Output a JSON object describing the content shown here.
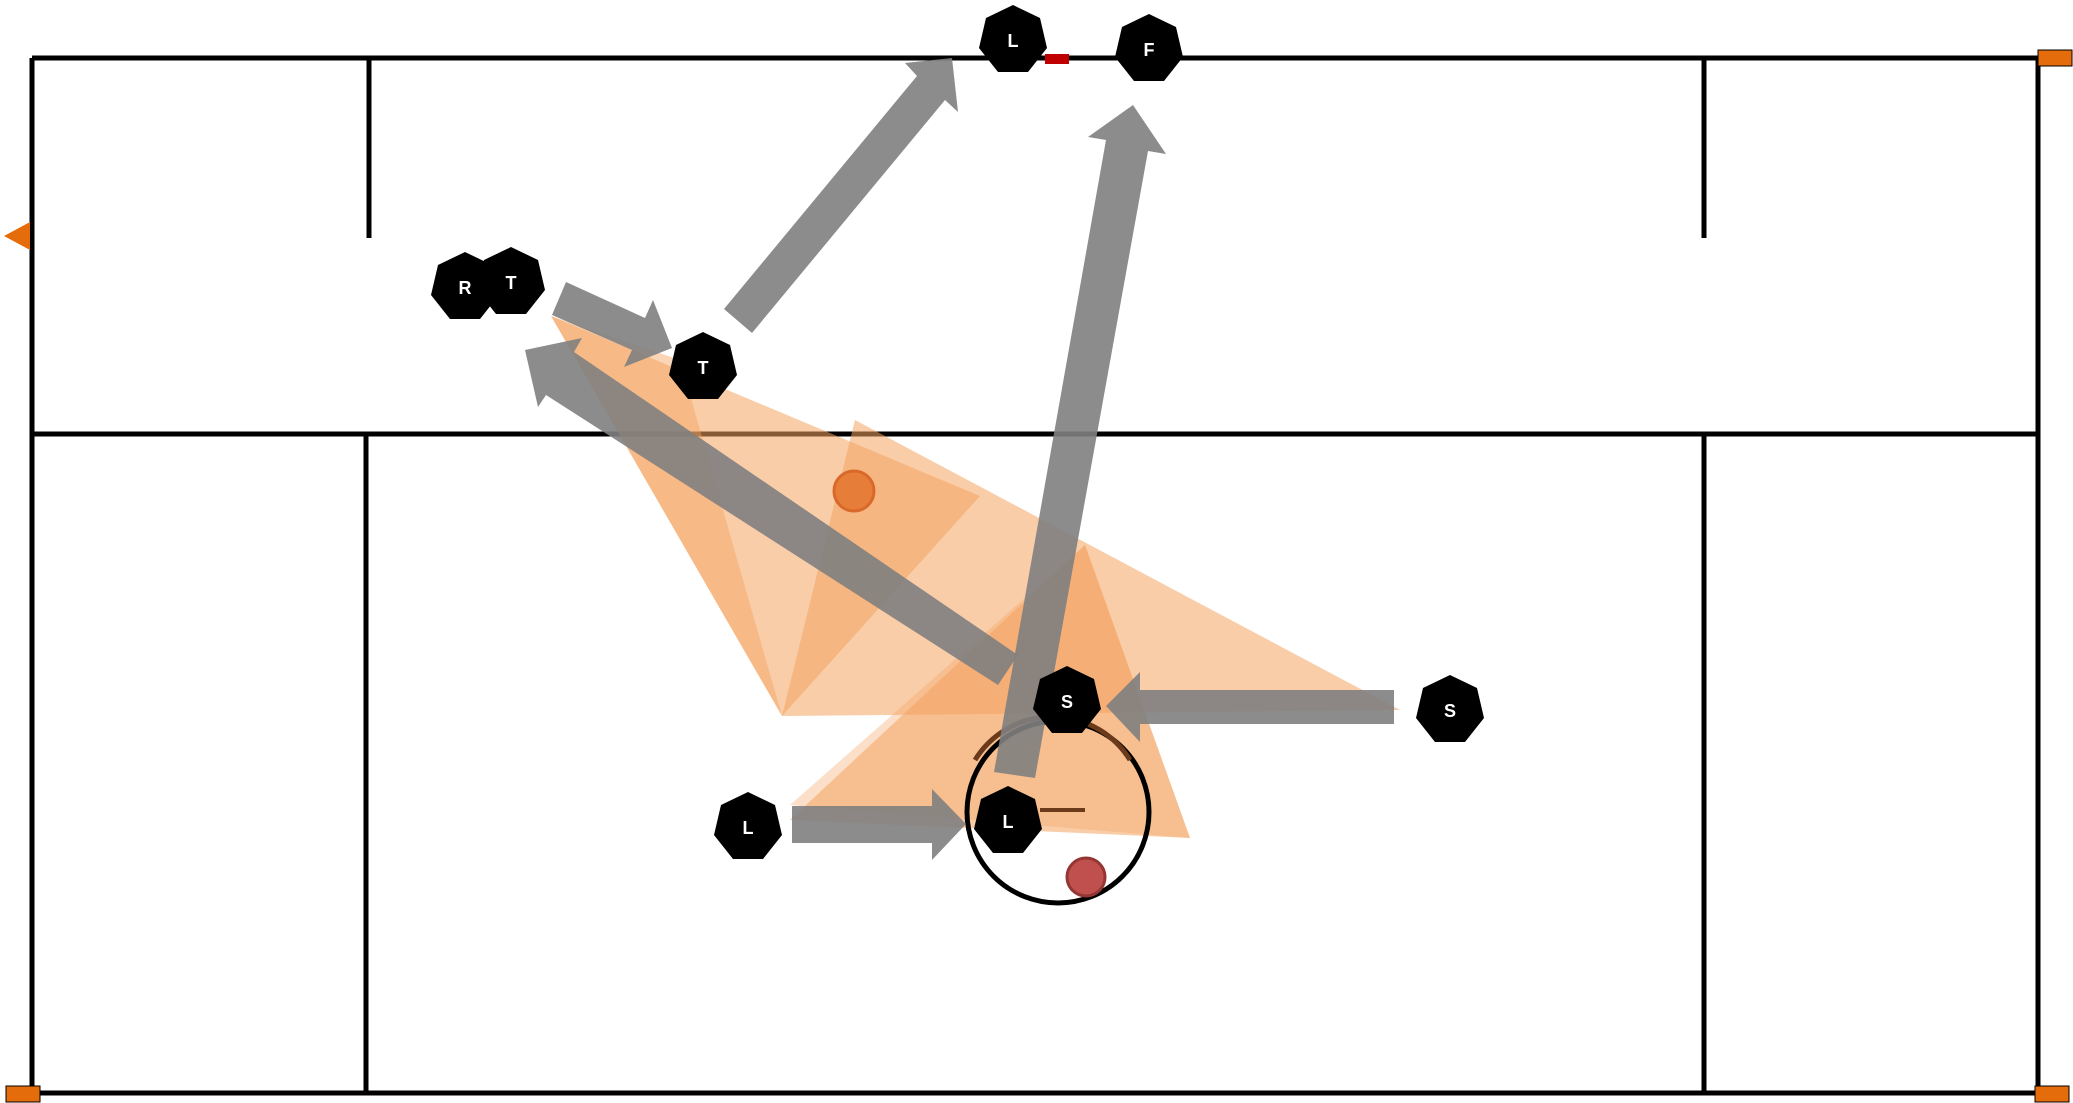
{
  "players": [
    {
      "id": "L-top",
      "label": "L"
    },
    {
      "id": "F-top",
      "label": "F"
    },
    {
      "id": "R-left",
      "label": "R"
    },
    {
      "id": "T-left",
      "label": "T"
    },
    {
      "id": "T-mid",
      "label": "T"
    },
    {
      "id": "S-center",
      "label": "S"
    },
    {
      "id": "S-right",
      "label": "S"
    },
    {
      "id": "L-bottom-left",
      "label": "L"
    },
    {
      "id": "L-bottom-center",
      "label": "L"
    }
  ],
  "colors": {
    "lines": "#000000",
    "arrow": "#7f7f7f",
    "zone": "#f4a460",
    "zone_dark": "#f08a3c",
    "marker": "#e46c0a",
    "ball_orange": "#e67e3a",
    "ball_red": "#c0504d",
    "circle": "#000000",
    "circle_highlight": "#6b3a1a",
    "net_marker": "#c00000"
  },
  "icons": {
    "left_edge_marker": "triangle-left-icon",
    "corner_markers": "square-marker-icon",
    "player": "heptagon-player-icon",
    "ball": "circle-ball-icon"
  }
}
